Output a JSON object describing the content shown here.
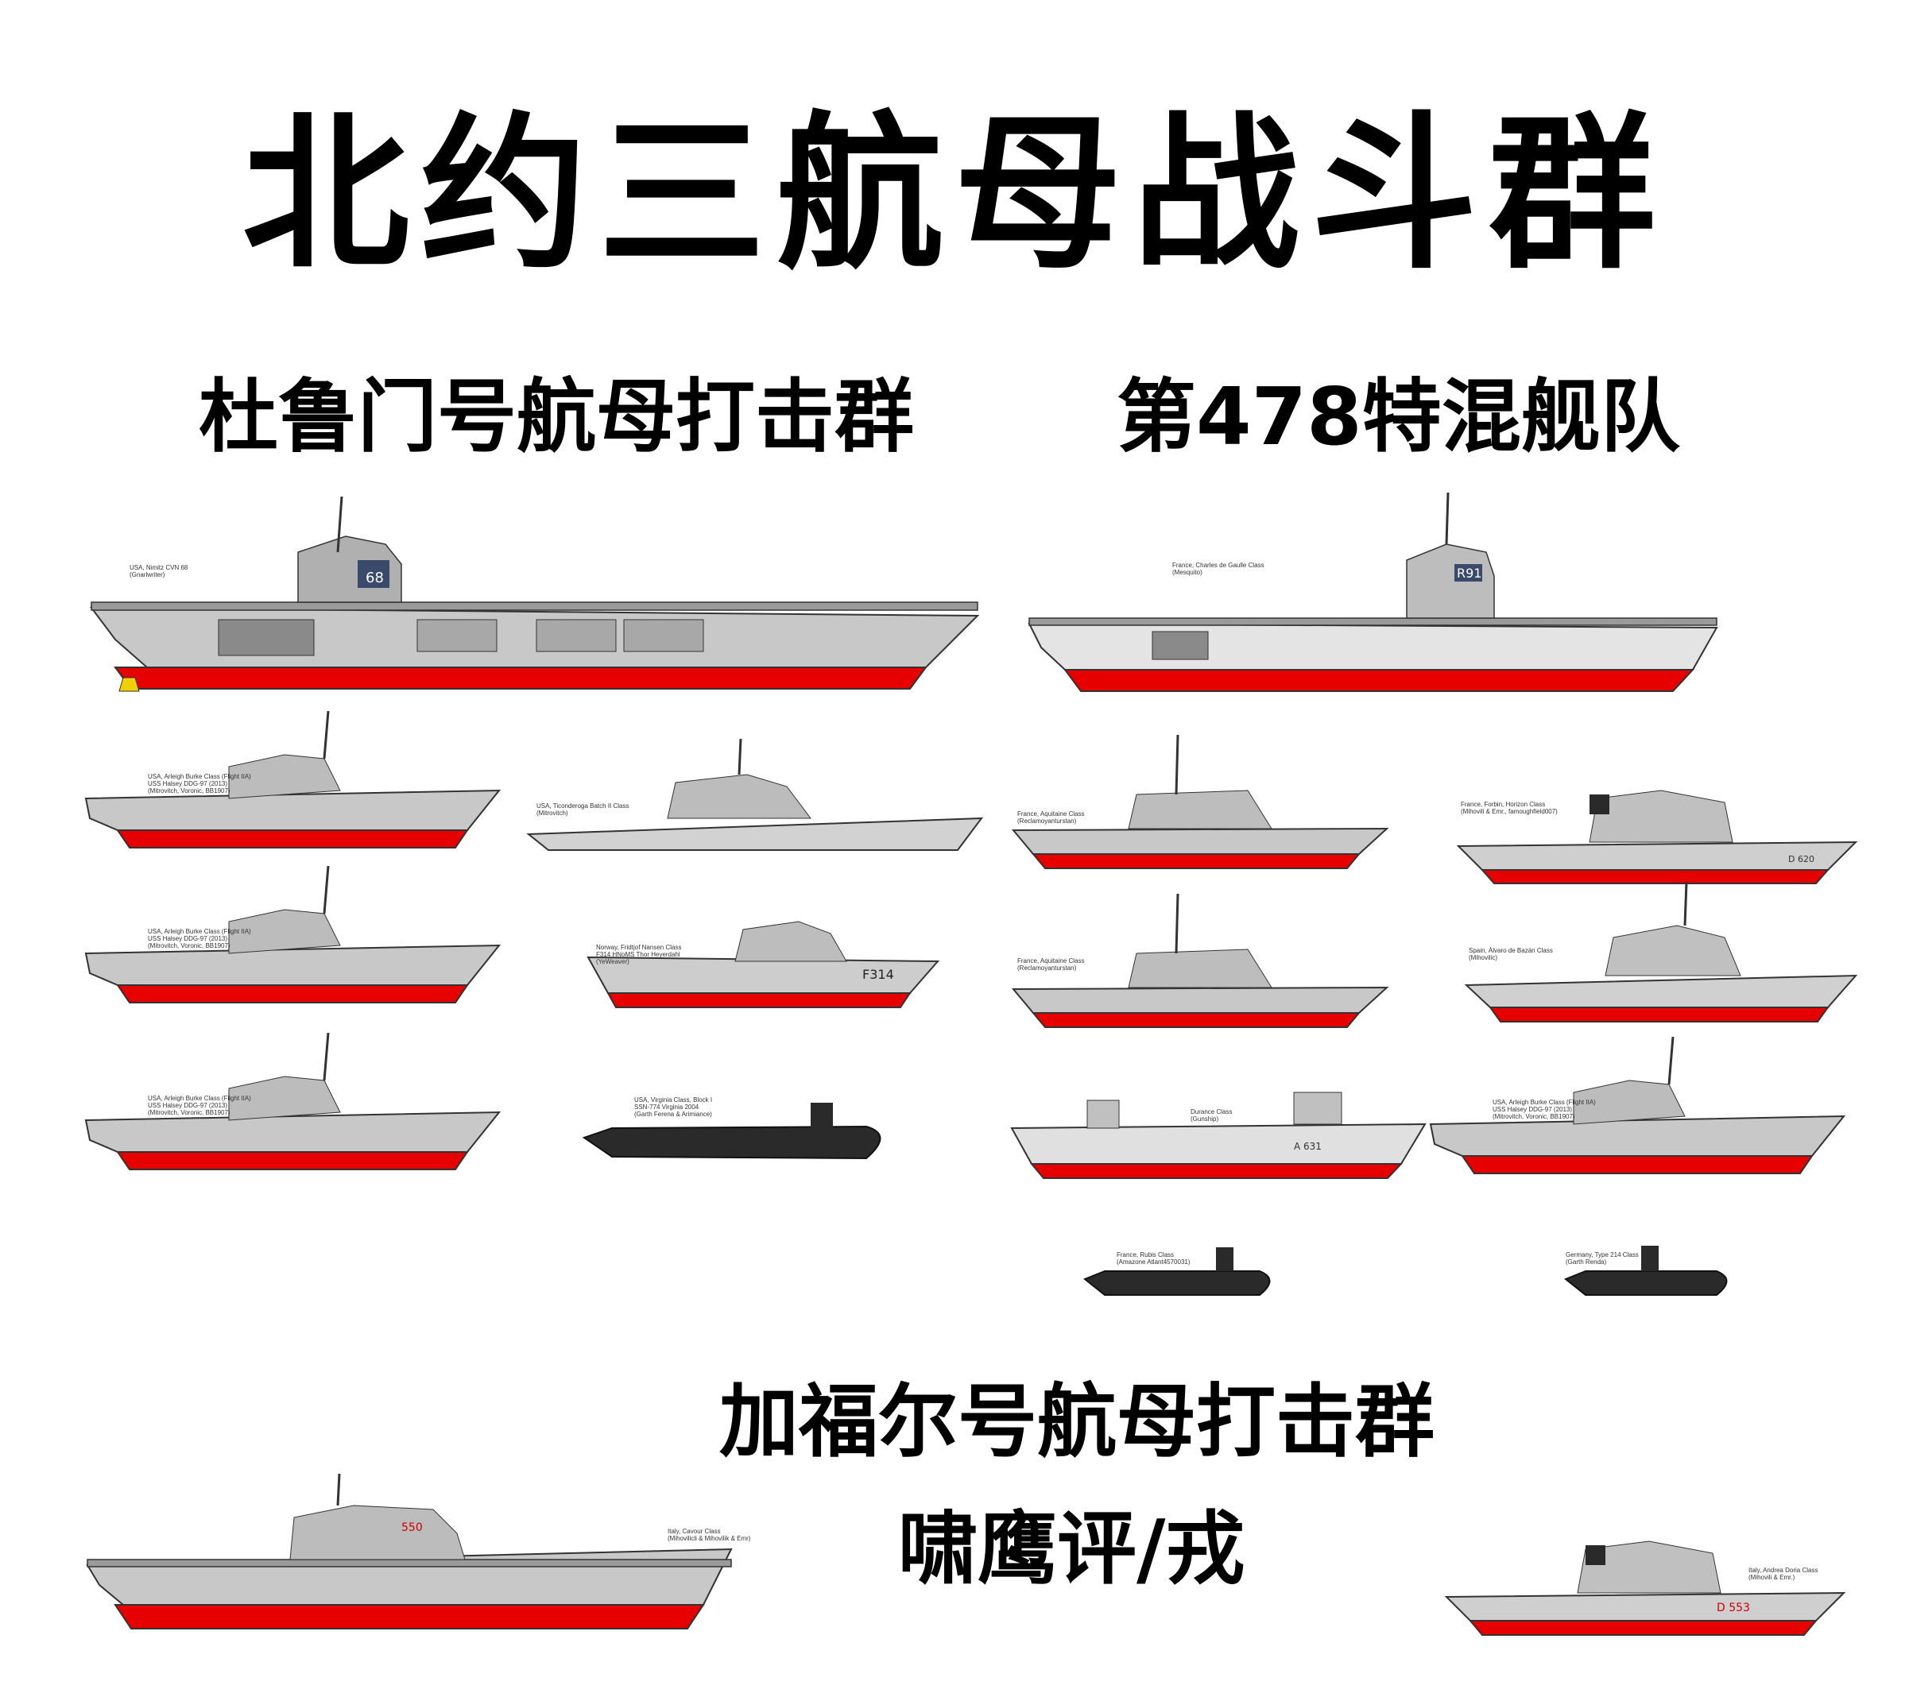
{
  "title": "北约三航母战斗群",
  "groups": {
    "truman": "杜鲁门号航母打击群",
    "sng478": "第478特混舰队",
    "cavour": "加福尔号航母打击群"
  },
  "credit": "啸鹰评/戎",
  "colors": {
    "hull_gray": "#c8c8c8",
    "hull_light": "#e4e4e4",
    "hull_red": "#e60000",
    "submarine": "#2a2a2a",
    "outline": "#333333"
  },
  "ships": {
    "nimitz": {
      "l1": "USA, Nimitz CVN 68",
      "l2": "(Gnarlwriter)",
      "hull": "68"
    },
    "cdg": {
      "l1": "France, Charles de Gaulle Class",
      "l2": "(Mesquito)",
      "hull": "R91"
    },
    "burke1": {
      "l1": "USA, Arleigh Burke Class (Flight IIA)",
      "l2": "USS Halsey DDG-97 (2013)",
      "l3": "(Mitrovitch, Voronic, BB1907)"
    },
    "burke2": {
      "l1": "USA, Arleigh Burke Class (Flight IIA)",
      "l2": "USS Halsey DDG-97 (2013)",
      "l3": "(Mitrovitch, Voronic, BB1907)"
    },
    "burke3": {
      "l1": "USA, Arleigh Burke Class (Flight IIA)",
      "l2": "USS Halsey DDG-97 (2013)",
      "l3": "(Mitrovitch, Voronic, BB1907)"
    },
    "burke4": {
      "l1": "USA, Arleigh Burke Class (Flight IIA)",
      "l2": "USS Halsey DDG-97 (2013)",
      "l3": "(Mitrovitch, Voronic, BB1907)"
    },
    "tico": {
      "l1": "USA, Ticonderoga Batch II Class",
      "l2": "(Mitrovitch)"
    },
    "nansen": {
      "l1": "Norway, Fridtjof Nansen Class",
      "l2": "F314 HNoMS Thor Heyerdahl",
      "l3": "(YeWeaver)",
      "hull": "F314"
    },
    "virginia": {
      "l1": "USA, Virginia Class, Block I",
      "l2": "SSN-774 Virginia 2004",
      "l3": "(Garth Ferena & Arimiance)"
    },
    "aquitaine1": {
      "l1": "France, Aquitaine Class",
      "l2": "(Reclamoyanturstan)"
    },
    "aquitaine2": {
      "l1": "France, Aquitaine Class",
      "l2": "(Reclamoyanturstan)"
    },
    "horizon": {
      "l1": "France, Forbin, Horizon Class",
      "l2": "(Mihovili & Emr., famoughfield007)",
      "hull": "D 620"
    },
    "bazan": {
      "l1": "Spain, Álvaro de Bazán Class",
      "l2": "(Mihovilic)"
    },
    "durance": {
      "l1": "Durance Class",
      "l2": "(Gunship)",
      "hull": "A 631"
    },
    "rubis": {
      "l1": "France, Rubis Class",
      "l2": "(Amazone Atlant4570031)"
    },
    "type214": {
      "l1": "Germany, Type 214 Class",
      "l2": "(Garth Renda)"
    },
    "cavour": {
      "l1": "Italy, Cavour Class",
      "l2": "(Mihovilicli & Mihovilik & Emr)",
      "hull": "550"
    },
    "doria": {
      "l1": "Italy, Andrea Doria Class",
      "l2": "(Mihovili & Emr.)",
      "hull": "D 553"
    }
  }
}
